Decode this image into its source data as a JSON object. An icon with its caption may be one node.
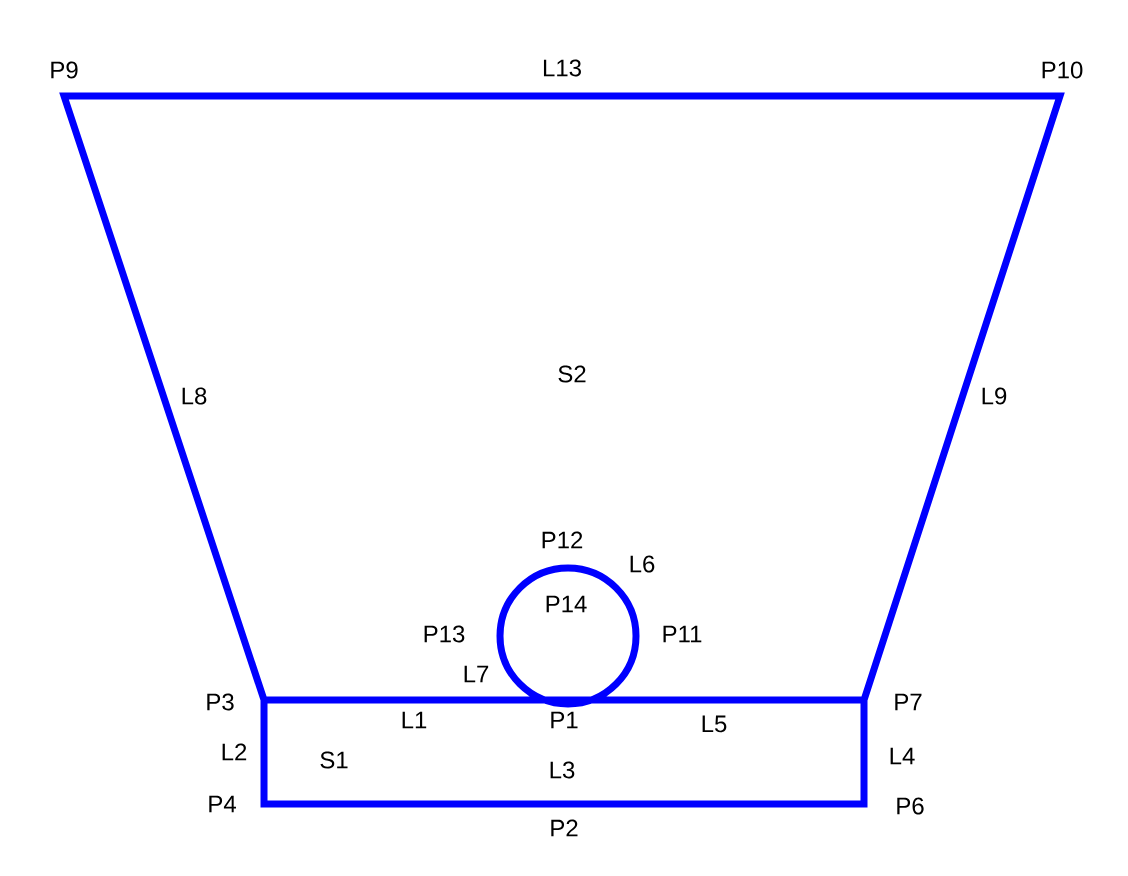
{
  "diagram": {
    "labels": [
      "P9",
      "L13",
      "P10",
      "S2",
      "L8",
      "L9",
      "P12",
      "L6",
      "P14",
      "P13",
      "P11",
      "L7",
      "P3",
      "L1",
      "P1",
      "L5",
      "P7",
      "L2",
      "S1",
      "L3",
      "L4",
      "P4",
      "P2",
      "P6"
    ]
  }
}
